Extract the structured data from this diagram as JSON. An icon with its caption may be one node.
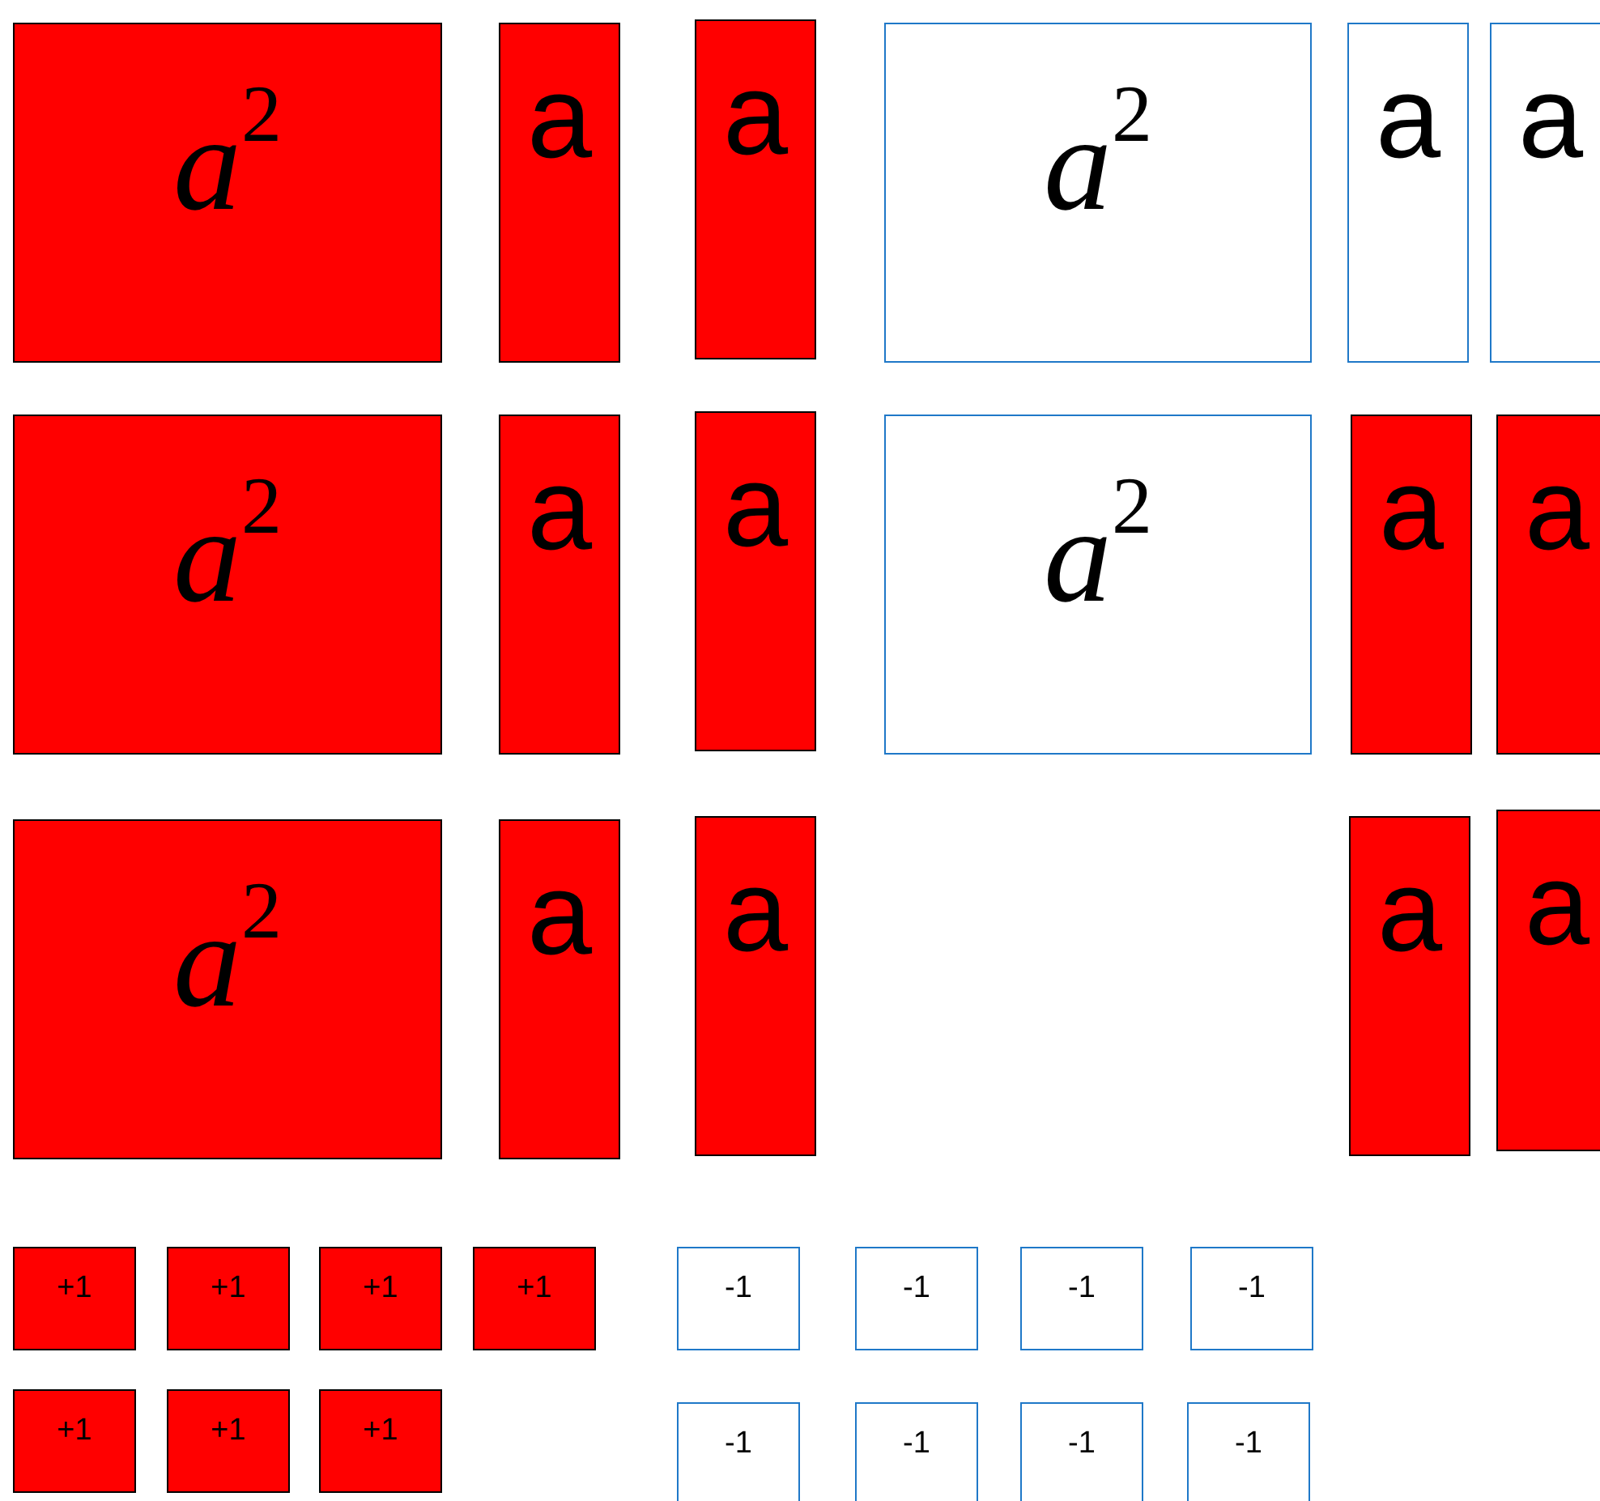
{
  "diagram": {
    "nodes": [
      {
        "text": [
          "a$^{2}$"
        ]
      },
      {
        "text": [
          "a"
        ]
      },
      {
        "text": [
          "a"
        ]
      },
      {
        "text": [
          "a$^{2}$"
        ]
      },
      {
        "text": [
          "a"
        ]
      },
      {
        "text": [
          "a"
        ]
      },
      {
        "text": [
          "a$^{2}$"
        ]
      },
      {
        "text": [
          "a"
        ]
      },
      {
        "text": [
          "a"
        ]
      },
      {
        "text": [
          "a$^{2}$"
        ]
      },
      {
        "text": [
          "a"
        ]
      },
      {
        "text": [
          "a"
        ]
      },
      {
        "text": [
          "a$^{2}$"
        ]
      },
      {
        "text": [
          "a"
        ]
      },
      {
        "text": [
          "a"
        ]
      },
      {
        "text": [
          "a"
        ]
      },
      {
        "text": [
          "a"
        ]
      },
      {
        "text": [
          "+1"
        ]
      },
      {
        "text": [
          "+1"
        ]
      },
      {
        "text": [
          "+1"
        ]
      },
      {
        "text": [
          "+1"
        ]
      },
      {
        "text": [
          "-1"
        ]
      },
      {
        "text": [
          "-1"
        ]
      },
      {
        "text": [
          "-1"
        ]
      },
      {
        "text": [
          "-1"
        ]
      },
      {
        "text": [
          "+1"
        ]
      },
      {
        "text": [
          "+1"
        ]
      },
      {
        "text": [
          "+1"
        ]
      },
      {
        "text": [
          "-1"
        ]
      },
      {
        "text": [
          "-1"
        ]
      },
      {
        "text": [
          "-1"
        ]
      },
      {
        "text": [
          "-1"
        ]
      }
    ]
  }
}
